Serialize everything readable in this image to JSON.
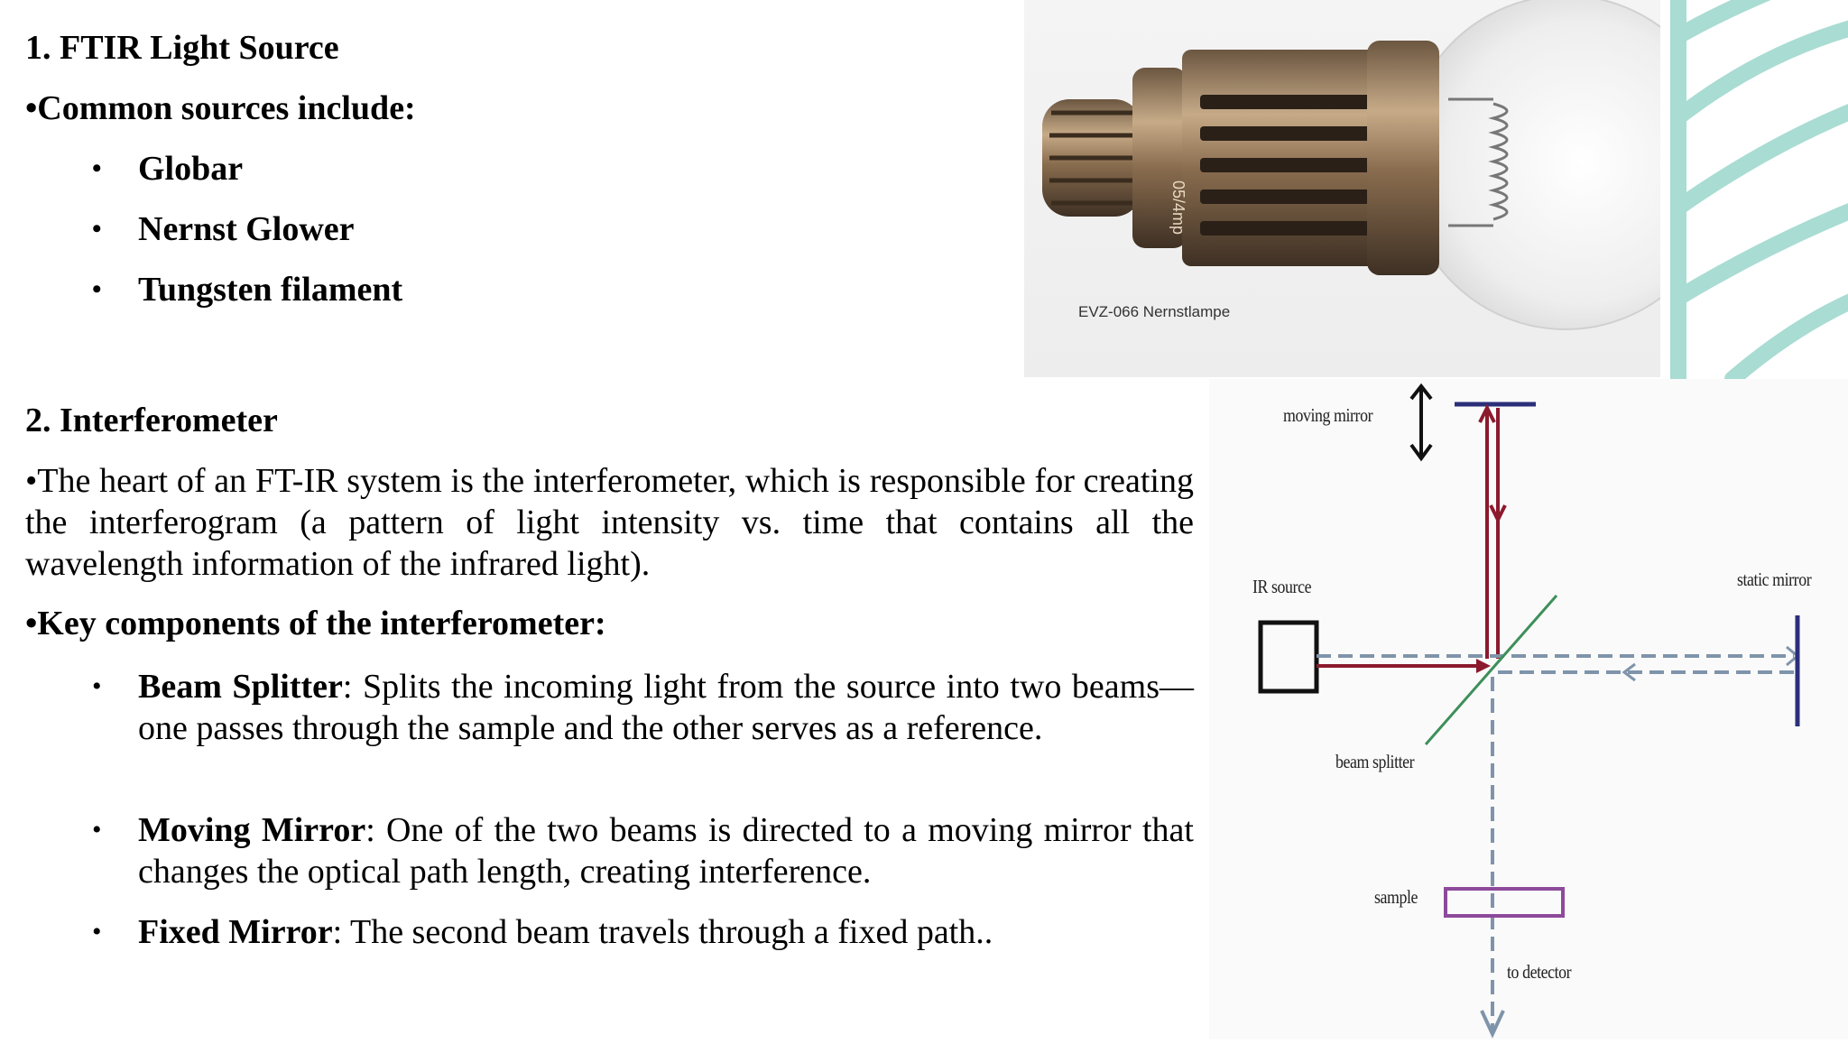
{
  "section1": {
    "heading": "1. FTIR Light Source",
    "intro": "•Common sources include:",
    "bullets": [
      "Globar",
      "Nernst Glower",
      "Tungsten filament"
    ]
  },
  "photo": {
    "caption": "EVZ-066 Nernstlampe",
    "lamp_marking": "05/4mp"
  },
  "section2": {
    "heading": "2. Interferometer",
    "para": "•The heart of an FT-IR system is the interferometer, which is responsible for creating the interferogram (a pattern of light intensity vs. time that contains all the wavelength information of the infrared light).",
    "components_intro": "•Key components of the interferometer:",
    "components": [
      {
        "term": "Beam Splitter",
        "desc": ": Splits the incoming light from the source into two beams—one passes through the sample and the other serves as a reference."
      },
      {
        "term": "Moving Mirror",
        "desc": ": One of the two beams is directed to a moving mirror that changes the optical path length, creating interference."
      },
      {
        "term": "Fixed Mirror",
        "desc": ": The second beam travels through a fixed path.."
      }
    ]
  },
  "diagram": {
    "labels": {
      "moving_mirror": "moving mirror",
      "ir_source": "IR source",
      "static_mirror": "static mirror",
      "beam_splitter": "beam splitter",
      "sample": "sample",
      "to_detector": "to detector"
    },
    "colors": {
      "beam_red": "#8b1a2e",
      "beam_dashed": "#7f94aa",
      "splitter": "#3d8f5a",
      "mirror": "#2b2f7a",
      "sample": "#8d4a9b",
      "accent_teal": "#9fd4cb"
    }
  }
}
